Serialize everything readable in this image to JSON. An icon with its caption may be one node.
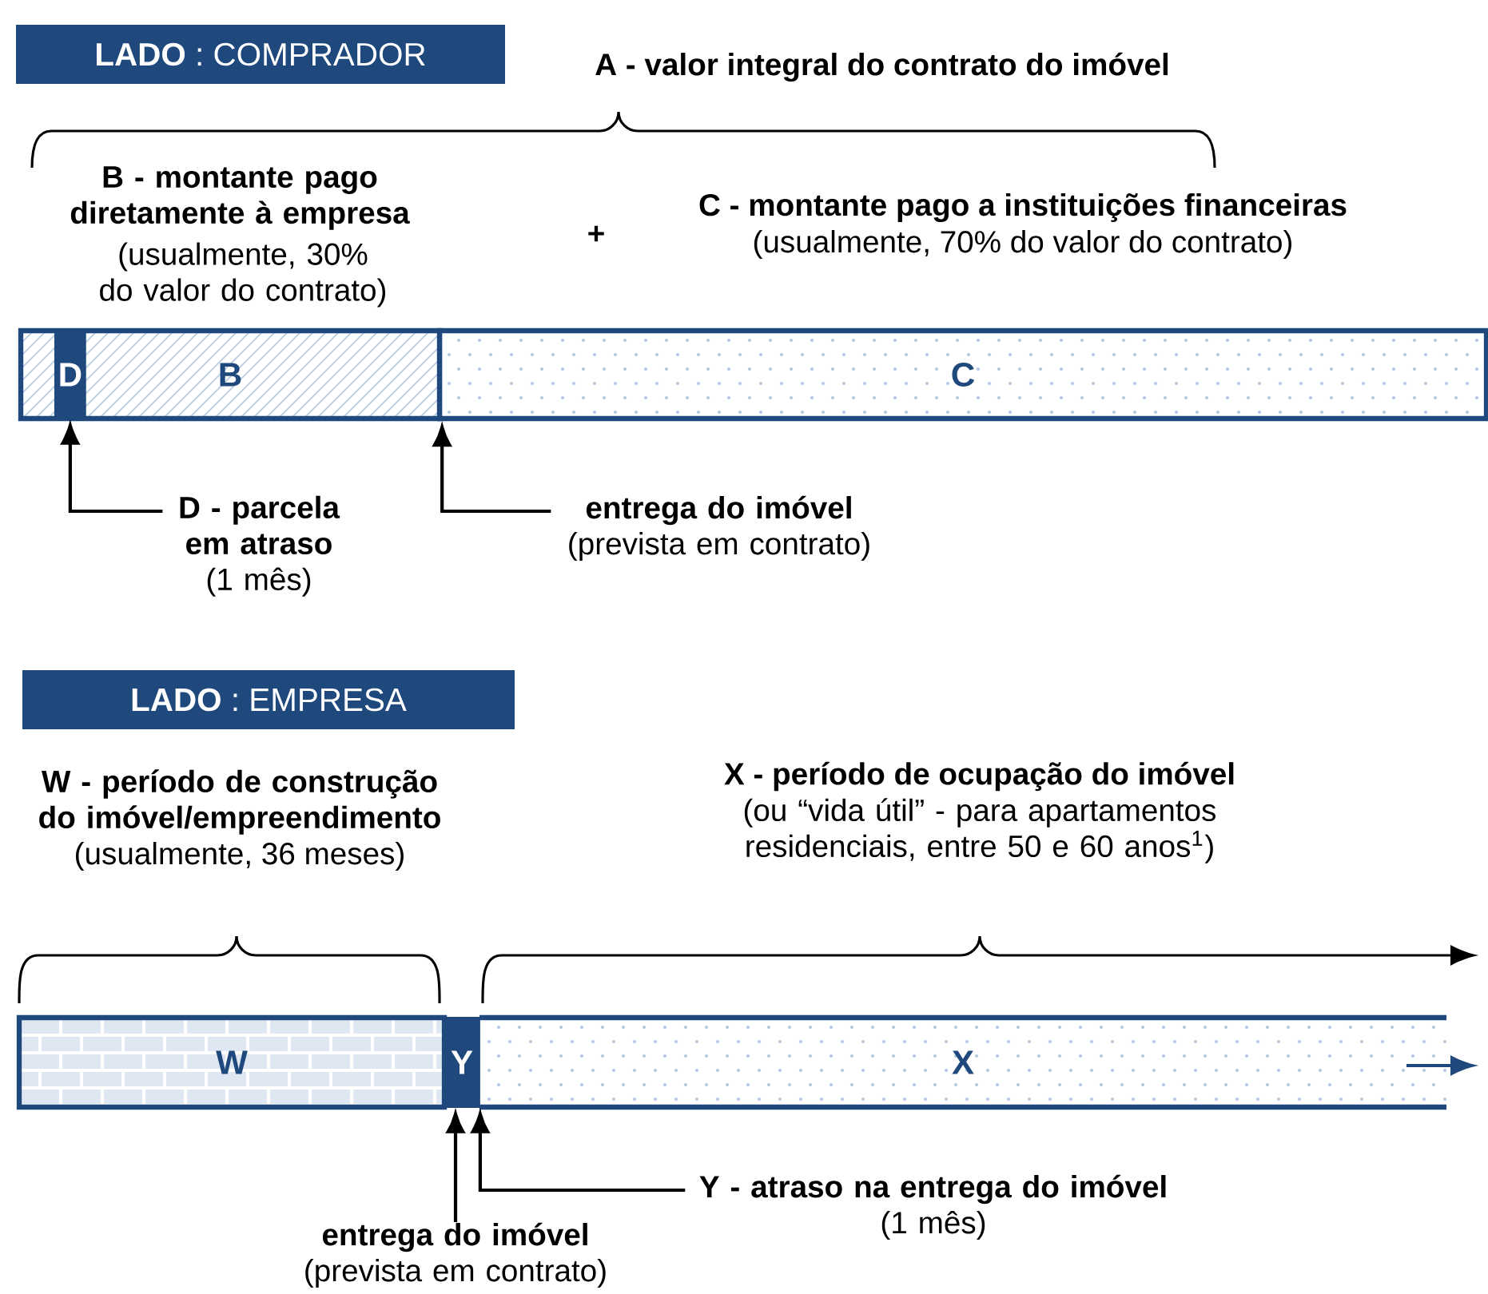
{
  "diagram": {
    "nodes": [
      {
        "text": [
          "**LADO** : COMPRADOR"
        ]
      },
      {
        "text": [
          "B"
        ]
      },
      {
        "text": [
          "D"
        ],
        "in": 1
      },
      {
        "text": [
          "C"
        ]
      },
      {
        "text": [
          "D - parcela em atraso",
          "(1 mês)"
        ]
      },
      {
        "text": [
          "entrega do imóvel",
          "(prevista em contrato)"
        ]
      },
      {
        "text": [
          "**LADO** : EMPRESA"
        ]
      },
      {
        "text": [
          "W"
        ]
      },
      {
        "text": [
          "Y"
        ]
      },
      {
        "text": [
          "X"
        ]
      },
      {
        "text": [
          "Y - atraso na entrega do imóvel",
          "(1 mês)"
        ]
      },
      {
        "text": [
          "entrega do imóvel",
          "(prevista em contrato)"
        ]
      }
    ],
    "edges": [
      {
        "from": 4,
        "to": 2,
        "arrow": "to"
      },
      {
        "from": 5,
        "to": 1,
        "arrow": "to"
      },
      {
        "from": 11,
        "to": 8,
        "arrow": "to"
      },
      {
        "from": 10,
        "to": 8,
        "arrow": "to"
      }
    ],
    "labels": [
      "A - valor integral do contrato do imóvel",
      "B - montante pago diretamente à empresa",
      "(usualmente, 30% do valor do contrato)",
      "+",
      "C - montante pago a instituições financeiras",
      "(usualmente, 70% do valor do contrato)",
      "W - período de construção do imóvel/empreendimento",
      "(usualmente, 36 meses)",
      "X - período de ocupação do imóvel",
      "(ou “vida útil” - para apartamentos residenciais, entre 50 e 60 anos$^{1}$)"
    ]
  }
}
